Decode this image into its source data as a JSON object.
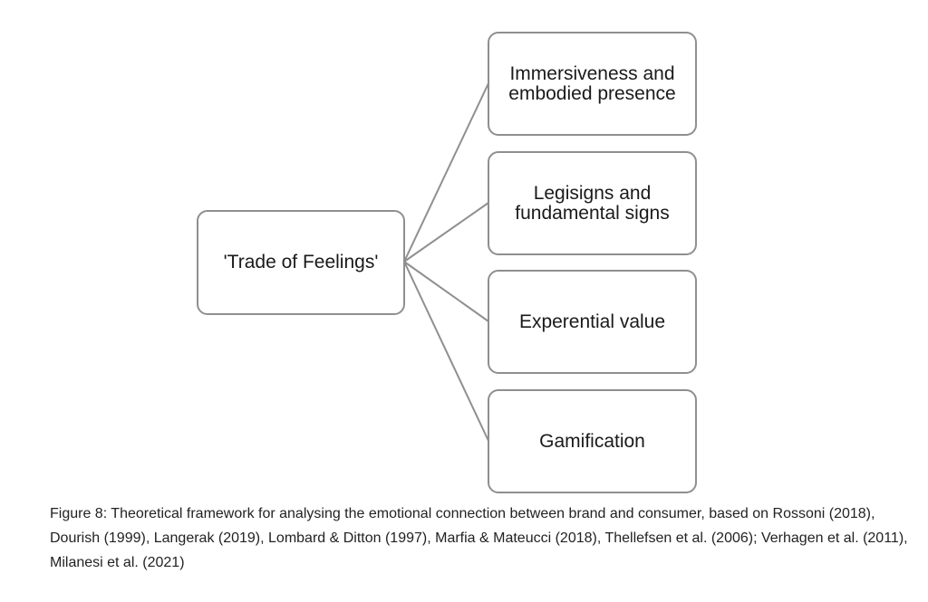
{
  "diagram": {
    "root": {
      "label": "'Trade of Feelings'"
    },
    "children": [
      {
        "label": "Immersiveness and\nembodied presence"
      },
      {
        "label": "Legisigns and\nfundamental signs"
      },
      {
        "label": "Experential value"
      },
      {
        "label": "Gamification"
      }
    ],
    "colors": {
      "border": "#8f8f8f",
      "connector": "#8f8f8f",
      "text": "#1a1a1a"
    }
  },
  "caption": {
    "text": "Figure 8: Theoretical framework for analysing the emotional connection between brand and consumer, based on Rossoni (2018), Dourish (1999), Langerak (2019), Lombard & Ditton (1997), Marfia & Mateucci (2018), Thellefsen et al. (2006); Verhagen et al. (2011), Milanesi et al. (2021)"
  }
}
